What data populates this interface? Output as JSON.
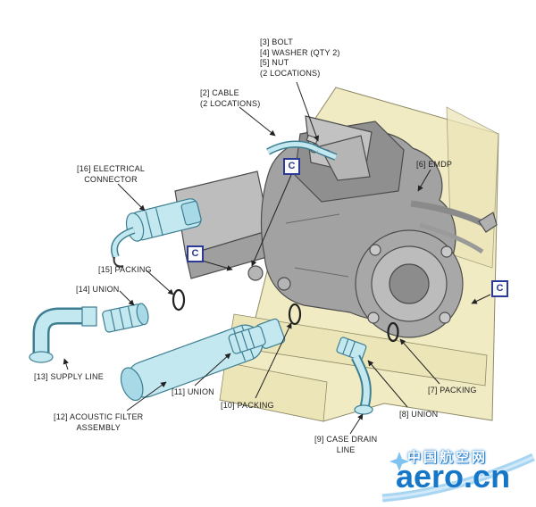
{
  "diagram": {
    "labels": {
      "bolt_group": "[3] BOLT\n[4] WASHER (QTY 2)\n[5] NUT\n(2 LOCATIONS)",
      "cable": "[2] CABLE\n(2 LOCATIONS)",
      "electrical_connector": "[16] ELECTRICAL\nCONNECTOR",
      "emdp": "[6] EMDP",
      "packing_15": "[15] PACKING",
      "union_14": "[14] UNION",
      "supply_line": "[13] SUPPLY LINE",
      "acoustic_filter": "[12] ACOUSTIC FILTER\nASSEMBLY",
      "union_11": "[11] UNION",
      "packing_10": "[10] PACKING",
      "case_drain_line": "[9] CASE DRAIN\nLINE",
      "union_8": "[8] UNION",
      "packing_7": "[7] PACKING"
    },
    "detail_markers": {
      "letter": "C",
      "count": 3
    },
    "colors": {
      "panel_yellow": "#f1ebc4",
      "part_cyan": "#c3e8f0",
      "machinery_gray": "#a2a2a2",
      "marker_blue": "#2b3a96"
    }
  },
  "watermark": {
    "site_name_cn": "中国航空网",
    "site_domain": "aero.cn",
    "brand_blue": "#1677c8"
  }
}
